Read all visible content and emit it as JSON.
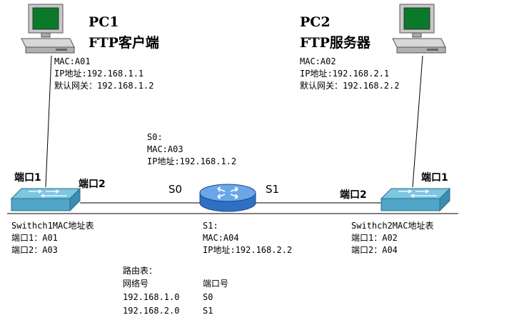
{
  "pc1": {
    "name": "PC1",
    "role": "FTP客户端",
    "mac": "MAC:A01",
    "ip": "IP地址:192.168.1.1",
    "gateway": "默认网关：192.168.1.2"
  },
  "pc2": {
    "name": "PC2",
    "role": "FTP服务器",
    "mac": "MAC:A02",
    "ip": "IP地址:192.168.2.1",
    "gateway": "默认网关：192.168.2.2"
  },
  "router": {
    "s0_info": {
      "title": "S0:",
      "mac": "MAC:A03",
      "ip": "IP地址:192.168.1.2"
    },
    "s1_info": {
      "title": "S1:",
      "mac": "MAC:A04",
      "ip": "IP地址:192.168.2.2"
    },
    "s0_label": "S0",
    "s1_label": "S1"
  },
  "switch1": {
    "port1_label": "端口1",
    "port2_label": "端口2",
    "table_title": "Swithch1MAC地址表",
    "rows": [
      "端口1：A01",
      "端口2：A03"
    ]
  },
  "switch2": {
    "port1_label": "端口1",
    "port2_label": "端口2",
    "table_title": "Swithch2MAC地址表",
    "rows": [
      "端口1：A02",
      "端口2：A04"
    ]
  },
  "routing_table": {
    "title": "路由表：",
    "header_network": "网络号",
    "header_port": "端口号",
    "rows": [
      {
        "network": "192.168.1.0",
        "port": "S0"
      },
      {
        "network": "192.168.2.0",
        "port": "S1"
      }
    ]
  },
  "colors": {
    "switch_body": "#4fa6c8",
    "switch_top": "#7cc6e0",
    "router_body": "#2f6fc4",
    "router_top": "#6aa7e8",
    "monitor": "#c8c8c8",
    "screen": "#0a7a2a"
  }
}
